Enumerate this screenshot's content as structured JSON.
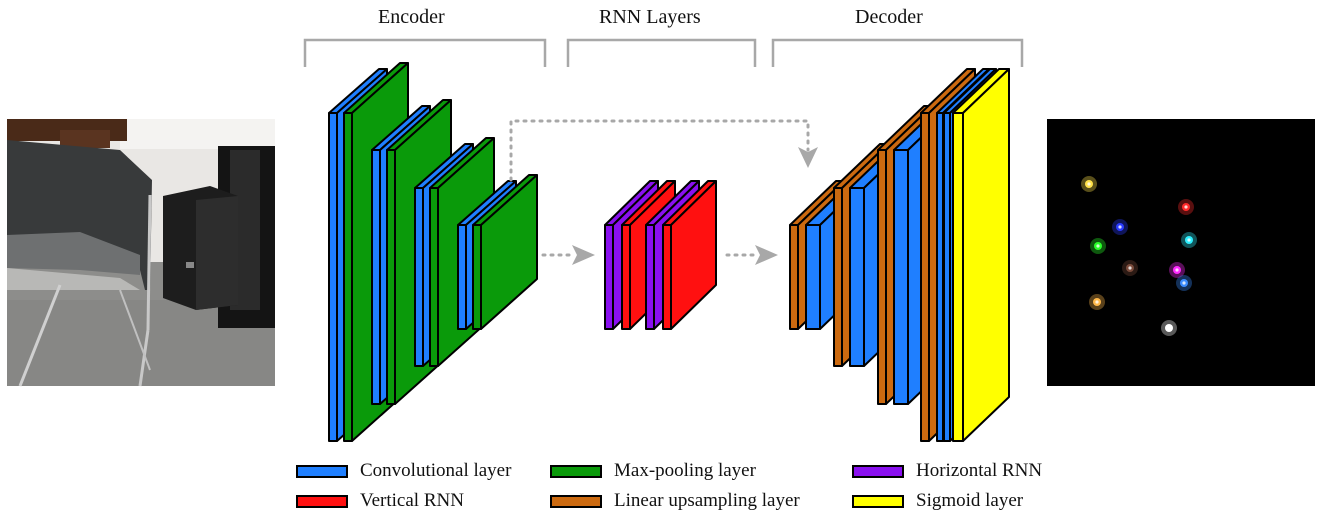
{
  "sections": {
    "encoder": "Encoder",
    "rnn": "RNN Layers",
    "decoder": "Decoder"
  },
  "legend": [
    {
      "label": "Convolutional layer",
      "color": "#1f7fff"
    },
    {
      "label": "Max-pooling layer",
      "color": "#0a9a0a"
    },
    {
      "label": "Horizontal RNN",
      "color": "#8a10f0"
    },
    {
      "label": "Vertical RNN",
      "color": "#ff1010"
    },
    {
      "label": "Linear upsampling layer",
      "color": "#cc6a10"
    },
    {
      "label": "Sigmoid layer",
      "color": "#ffff00"
    }
  ],
  "colors": {
    "conv": "#1f7fff",
    "pool": "#0a9a0a",
    "hrnn": "#8a10f0",
    "vrnn": "#ff1010",
    "upsample": "#cc6a10",
    "sigmoid": "#ffff00",
    "bracket": "#a8a8a8",
    "arrow": "#a8a8a8"
  },
  "output_dots": [
    {
      "color": "#ffe14a"
    },
    {
      "color": "#ff2a2a"
    },
    {
      "color": "#2a3bff"
    },
    {
      "color": "#29ff29"
    },
    {
      "color": "#2ef0ff"
    },
    {
      "color": "#7a4a3a"
    },
    {
      "color": "#ff2aff"
    },
    {
      "color": "#3a8cff"
    },
    {
      "color": "#ffb84a"
    },
    {
      "color": "#ffffff"
    }
  ]
}
